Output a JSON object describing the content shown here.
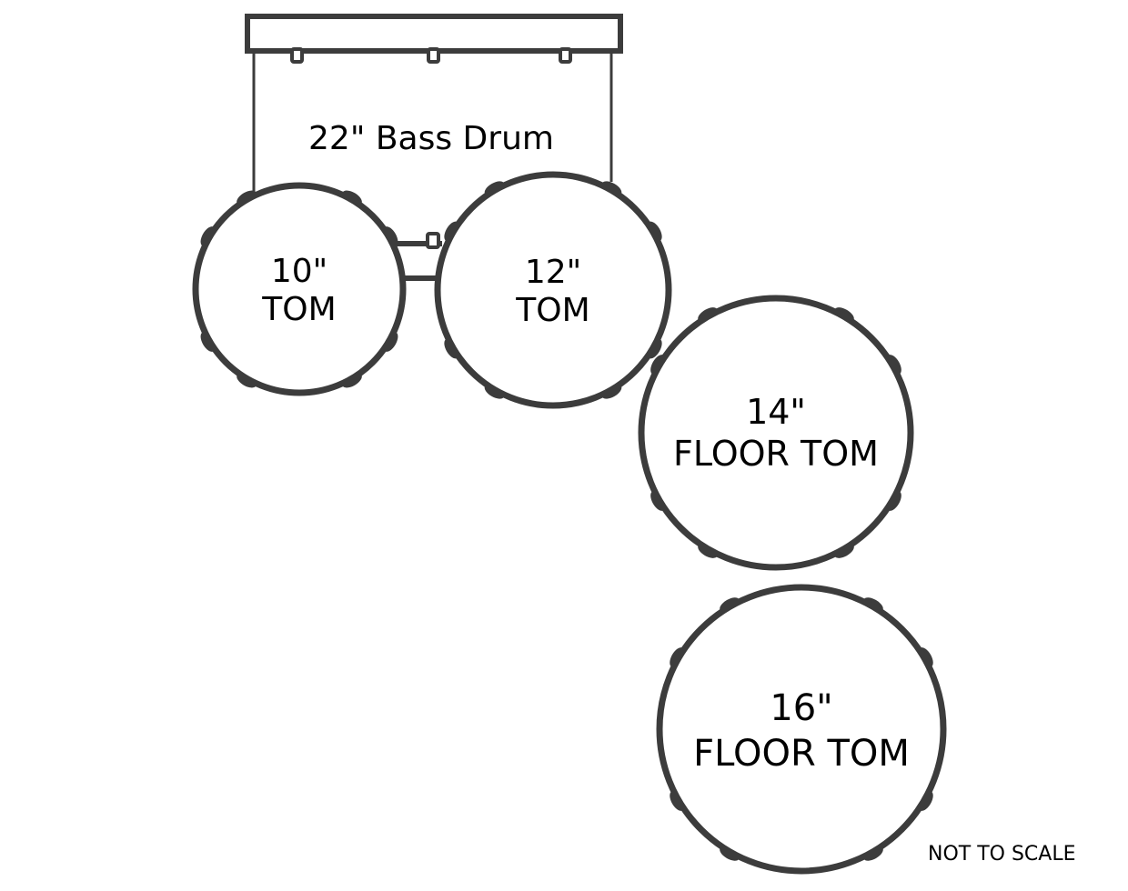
{
  "colors": {
    "outline": "#3c3c3c",
    "background": "#ffffff",
    "text": "#000000"
  },
  "bass_drum": {
    "label": "22\" Bass Drum"
  },
  "drums": [
    {
      "line1": "10\"",
      "line2": "TOM"
    },
    {
      "line1": "12\"",
      "line2": "TOM"
    },
    {
      "line1": "14\"",
      "line2": "FLOOR TOM"
    },
    {
      "line1": "16\"",
      "line2": "FLOOR TOM"
    }
  ],
  "note": "NOT TO SCALE"
}
